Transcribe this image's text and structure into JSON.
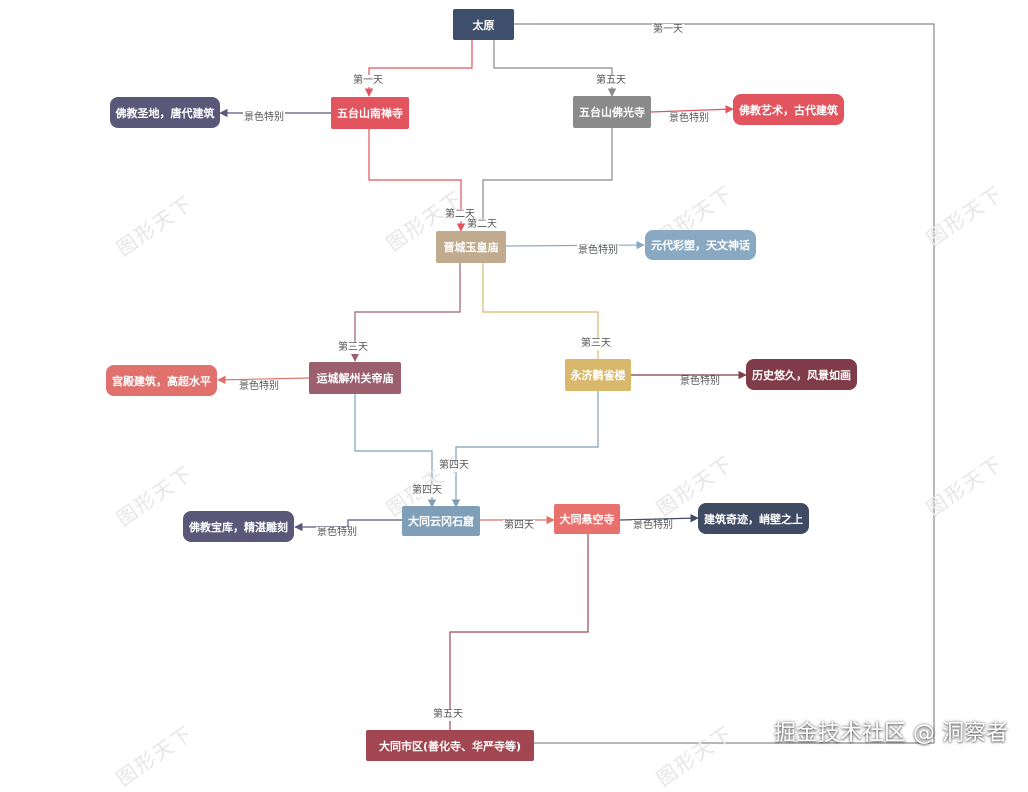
{
  "colors": {
    "navy": "#3e4f6b",
    "red": "#e2545e",
    "gray": "#8a8a8a",
    "purple_slate": "#5a5779",
    "tan": "#c0ab8e",
    "light_blue": "#89a9c3",
    "mauve": "#9c5f6e",
    "gold": "#d9b86c",
    "coral": "#e0716c",
    "maroon": "#7f3c48",
    "steel": "#7f9fb9",
    "salmon": "#e8716d",
    "dark_slate": "#3f4b63",
    "crimson": "#a24751",
    "watermark": "#e6e6e6"
  },
  "nodes": {
    "taiyuan": "太原",
    "wutai_nanchan": "五台山南禅寺",
    "wutai_foguang": "五台山佛光寺",
    "nanchan_desc": "佛教圣地，唐代建筑",
    "foguang_desc": "佛教艺术，古代建筑",
    "jincheng": "晋城玉皇庙",
    "jincheng_desc": "元代彩塑，天文神话",
    "yuncheng": "运城解州关帝庙",
    "yuncheng_desc": "宫殿建筑，高超水平",
    "yongji": "永济鹳雀楼",
    "yongji_desc": "历史悠久，风景如画",
    "yungang": "大同云冈石窟",
    "yungang_desc": "佛教宝库，精湛雕刻",
    "xuankong": "大同悬空寺",
    "xuankong_desc": "建筑奇迹，峭壁之上",
    "datong_city": "大同市区(善化寺、华严寺等)"
  },
  "edge_labels": {
    "day1_a": "第一天",
    "day1_b": "第一天",
    "scenery_nanchan": "景色特别",
    "scenery_foguang": "景色特别",
    "day2_a": "第二天",
    "day2_b": "第二天",
    "scenery_jincheng": "景色特别",
    "day3_a": "第三天",
    "day3_b": "第三天",
    "scenery_yuncheng": "景色特别",
    "scenery_yongji": "景色特别",
    "day4_a": "第四天",
    "day4_b": "第四天",
    "day4_c": "第四天",
    "scenery_yungang": "景色特别",
    "scenery_xuankong": "景色特别",
    "day5_a": "第五天",
    "day5_b": "第五天"
  },
  "watermark": "图形天下",
  "brand": "掘金技术社区 @ 洞察者"
}
